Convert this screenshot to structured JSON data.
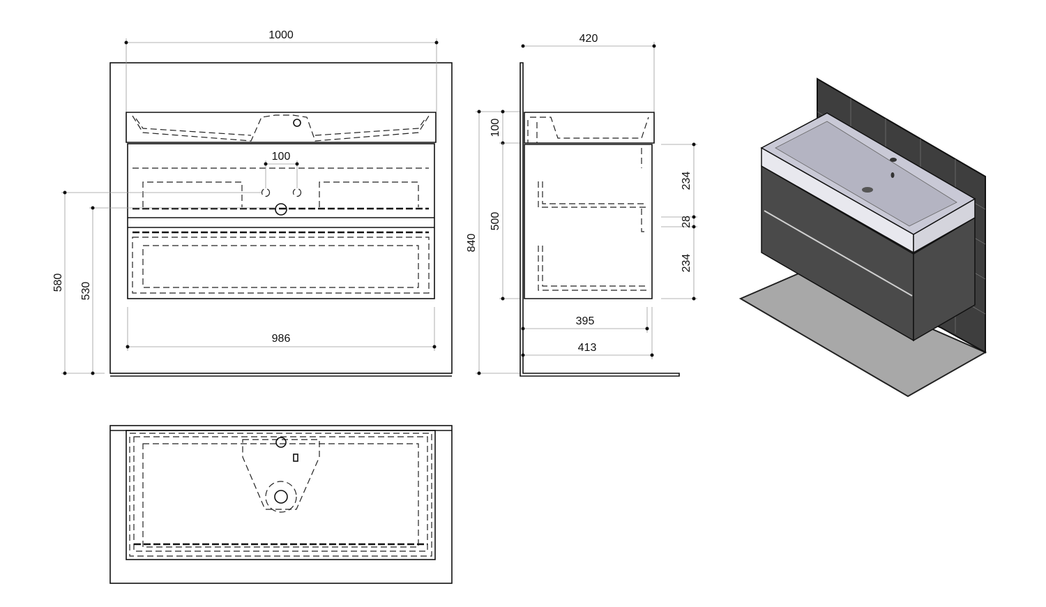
{
  "drawing": {
    "front_view": {
      "overall_width": "1000",
      "hole_spacing": "100",
      "cabinet_width": "986",
      "height_left_outer": "580",
      "height_left_inner": "530"
    },
    "side_view": {
      "depth_top": "420",
      "total_height": "840",
      "basin_height": "100",
      "cabinet_height": "500",
      "drawer_upper": "234",
      "drawer_gap": "28",
      "drawer_lower": "234",
      "depth_inner": "395",
      "depth_cabinet": "413"
    },
    "colors": {
      "cabinet": "#4a4a4a",
      "basin": "#c9c9d6",
      "wall": "#3e3e3e",
      "floor": "#a8a8a8"
    }
  }
}
